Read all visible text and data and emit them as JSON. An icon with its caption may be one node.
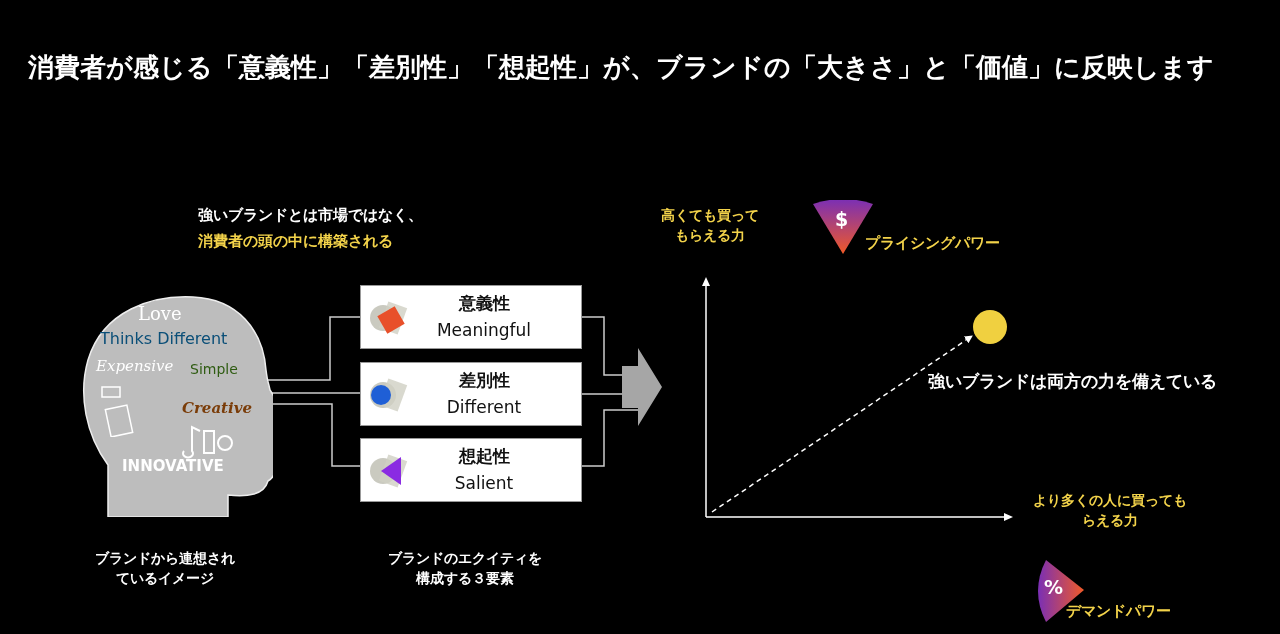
{
  "diagram": {
    "title": "消費者が感じる「意義性」「差別性」「想起性」が、ブランドの「大きさ」と「価値」に反映します",
    "nodes": [
      {
        "text": [
          "Love",
          "Thinks Different",
          "Expensive",
          "Simple",
          "Creative",
          "INNOVATIVE"
        ]
      },
      {
        "text": [
          "意義性",
          "Meaningful"
        ]
      },
      {
        "text": [
          "差別性",
          "Different"
        ]
      },
      {
        "text": [
          "想起性",
          "Salient"
        ]
      },
      {
        "text": [],
        "shape": "arrow"
      },
      {
        "text": [
          "$"
        ],
        "beside": [
          "プライシングパワー"
        ]
      },
      {
        "text": [],
        "shape": "circle",
        "beside": [
          "強いブランドは両方の力を備えている"
        ]
      },
      {
        "text": [
          "%"
        ],
        "beside": [
          "デマンドパワー"
        ]
      }
    ],
    "edges": [
      {
        "from": 0,
        "to": 1,
        "arrow": "none"
      },
      {
        "from": 0,
        "to": 2,
        "arrow": "none"
      },
      {
        "from": 0,
        "to": 3,
        "arrow": "none"
      },
      {
        "from": 1,
        "to": 4,
        "arrow": "none"
      },
      {
        "from": 2,
        "to": 4,
        "arrow": "none"
      },
      {
        "from": 3,
        "to": 4,
        "arrow": "none"
      },
      {
        "from": null,
        "to": 6,
        "arrow": "to",
        "style": "dashed"
      }
    ],
    "labels": [
      "強いブランドとは市場ではなく、",
      "消費者の頭の中に構築される",
      "高くても買ってもらえる力",
      "より多くの人に買ってもらえる力",
      "ブランドから連想されているイメージ",
      "ブランドのエクイティを構成する３要素"
    ]
  }
}
